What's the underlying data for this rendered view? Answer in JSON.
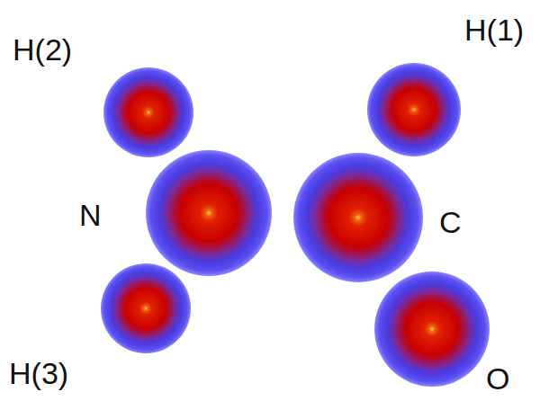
{
  "diagram": {
    "labels": [
      "H(2)",
      "H(1)",
      "N",
      "C",
      "H(3)",
      "O"
    ]
  }
}
